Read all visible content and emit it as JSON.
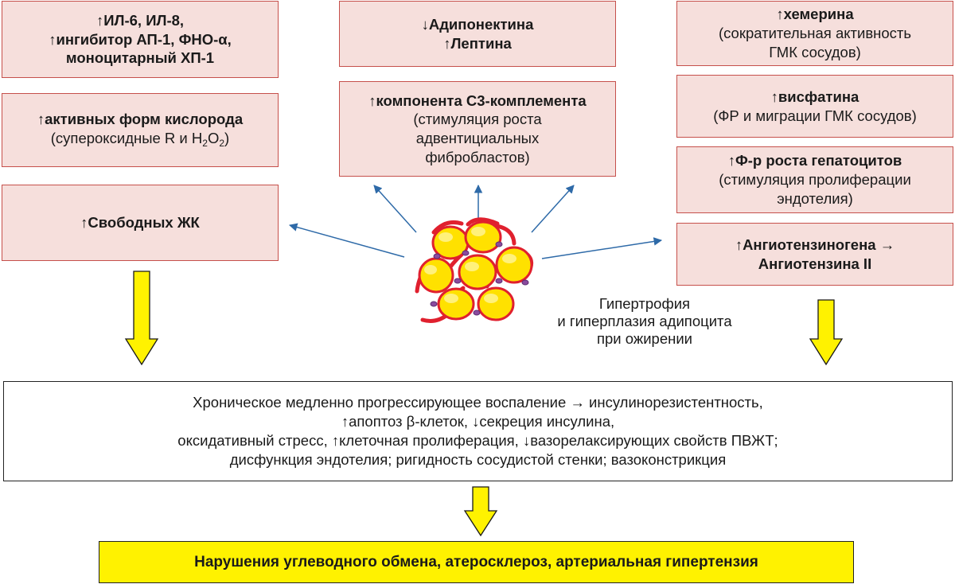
{
  "boxes": {
    "il": {
      "line1": "↑ИЛ-6, ИЛ-8,",
      "line2": "↑ингибитор АП-1, ФНО-α,",
      "line3": "моноцитарный ХП-1"
    },
    "ros": {
      "title": "↑активных форм кислорода",
      "note_pre": "(супероксидные R и H",
      "sub1": "2",
      "note_mid": "O",
      "sub2": "2",
      "note_post": ")"
    },
    "ffa": {
      "title": "↑Свободных ЖК"
    },
    "adipo": {
      "line1": "↓Адипонектина",
      "line2": "↑Лептина"
    },
    "c3": {
      "title": "↑компонента С3-комплемента",
      "line2": "(стимуляция роста",
      "line3": "адвентициальных",
      "line4": "фибробластов)"
    },
    "chem": {
      "title": "↑хемерина",
      "line2": "(сократительная активность",
      "line3": "ГМК сосудов)"
    },
    "visf": {
      "title": "↑висфатина",
      "line2": "(ФР и миграции ГМК сосудов)"
    },
    "hgf": {
      "title": "↑Ф-р роста гепатоцитов",
      "line2": "(стимуляция пролиферации",
      "line3": "эндотелия)"
    },
    "angio": {
      "line1": "↑Ангиотензиногена →",
      "line2": "Ангиотензина II"
    }
  },
  "caption": {
    "line1": "Гипертрофия",
    "line2": "и гиперплазия адипоцита",
    "line3": "при ожирении"
  },
  "main": {
    "line1": "Хроническое медленно прогрессирующее воспаление → инсулинорезистентность,",
    "line2": "↑апоптоз β-клеток, ↓секреция инсулина,",
    "line3": "оксидативный стресс, ↑клеточная пролиферация, ↓вазорелаксирующих свойств ПВЖТ;",
    "line4": "дисфункция эндотелия; ригидность сосудистой стенки; вазоконстрикция"
  },
  "final": {
    "text": "Нарушения углеводного обмена, атеросклероз, артериальная гипертензия"
  },
  "colors": {
    "box_fill": "#f6dfdc",
    "box_border": "#c6504b",
    "arrow_blue": "#2e6aa8",
    "arrow_yellow": "#fff200",
    "adipocyte_fill": "#ffe100",
    "vessel_red": "#e0202e"
  }
}
